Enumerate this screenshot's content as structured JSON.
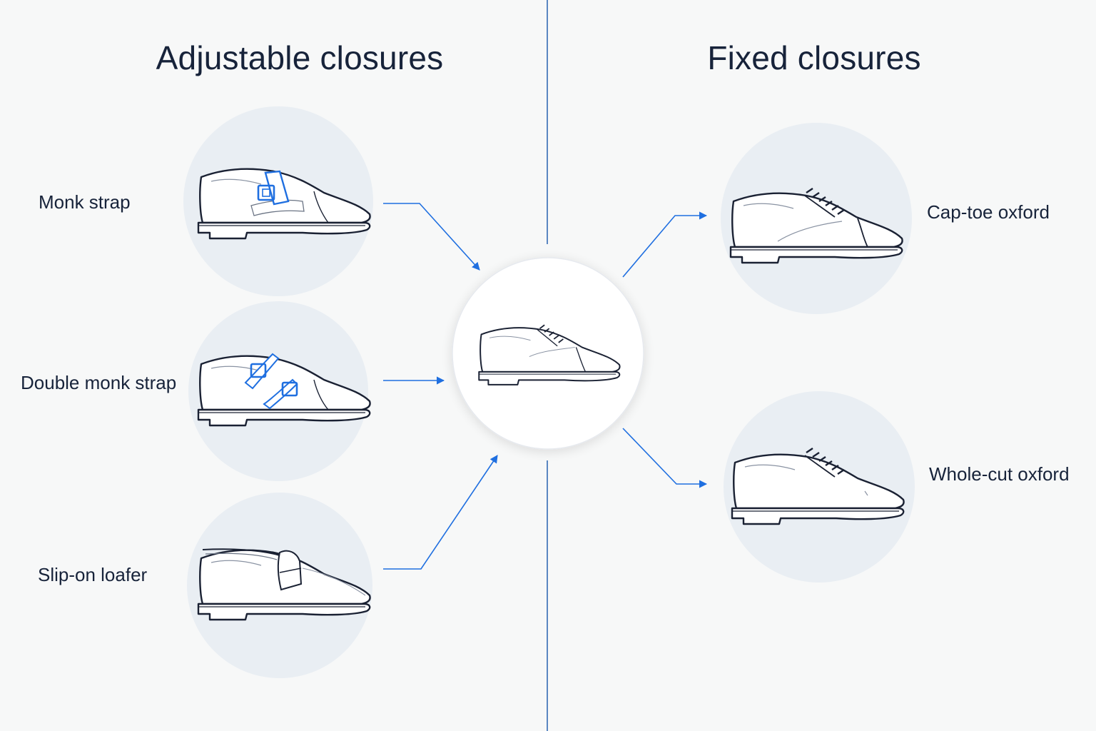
{
  "headings": {
    "adjustable": "Adjustable closures",
    "fixed": "Fixed closures"
  },
  "adjustable_items": [
    {
      "label": "Monk strap"
    },
    {
      "label": "Double monk strap"
    },
    {
      "label": "Slip-on loafer"
    }
  ],
  "fixed_items": [
    {
      "label": "Cap-toe oxford"
    },
    {
      "label": "Whole-cut oxford"
    }
  ],
  "colors": {
    "accent": "#1f6fe0",
    "circle_fill": "#e9eef3",
    "center_fill": "#ffffff",
    "ink": "#1a2133",
    "divider": "#5a86c2"
  }
}
